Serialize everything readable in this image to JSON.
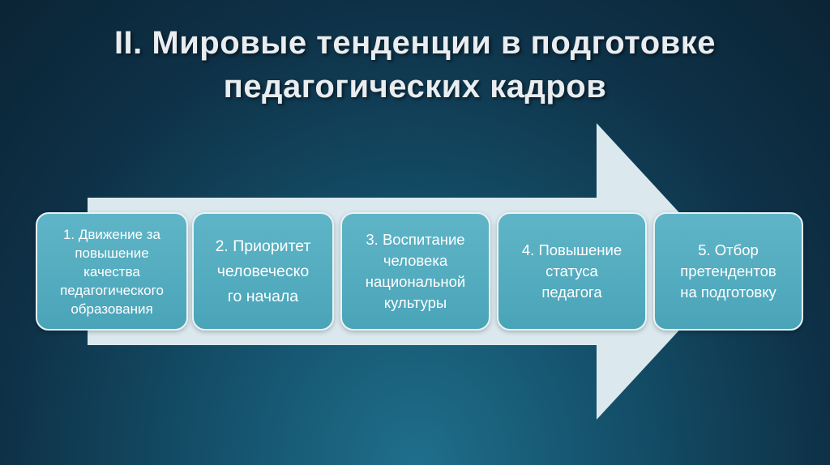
{
  "title": {
    "line1": "II. Мировые тенденции в подготовке",
    "line2": "педагогических кадров"
  },
  "steps": [
    {
      "lines": [
        "1. Движение за",
        "повышение",
        "качества",
        "педагогического",
        "образования"
      ]
    },
    {
      "lines": [
        "2. Приоритет",
        "человеческо",
        "го начала"
      ]
    },
    {
      "lines": [
        "3. Воспитание",
        "человека",
        "национальной",
        "культуры"
      ]
    },
    {
      "lines": [
        "4. Повышение",
        "статуса",
        "педагога"
      ]
    },
    {
      "lines": [
        "5. Отбор",
        "претендентов",
        "на подготовку"
      ]
    }
  ],
  "colors": {
    "arrow": "#dbe9ef",
    "step_fill": "#4fa9bc",
    "step_border": "#e8f3f6"
  }
}
